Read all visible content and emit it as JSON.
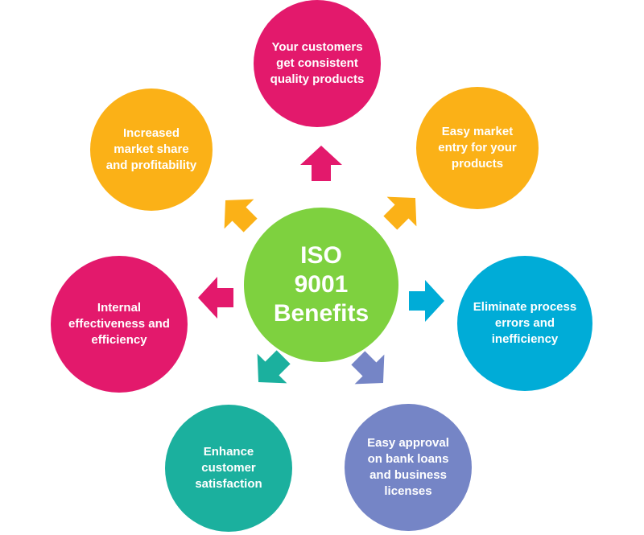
{
  "center": {
    "line1": "ISO",
    "line2": "9001",
    "line3": "Benefits",
    "color": "#7ed13f"
  },
  "benefits": [
    {
      "id": "top",
      "text": "Your customers get consistent quality products",
      "color": "#e3196c"
    },
    {
      "id": "top-left",
      "text": "Increased market share and profitability",
      "color": "#fbb117"
    },
    {
      "id": "top-right",
      "text": "Easy market entry for your products",
      "color": "#fbb117"
    },
    {
      "id": "left",
      "text": "Internal effectiveness and efficiency",
      "color": "#e3196c"
    },
    {
      "id": "right",
      "text": "Eliminate process errors and inefficiency",
      "color": "#00acd7"
    },
    {
      "id": "bottom-left",
      "text": "Enhance customer satisfaction",
      "color": "#1bb09e"
    },
    {
      "id": "bottom-right",
      "text": "Easy approval on bank loans and business licenses",
      "color": "#7585c6"
    }
  ]
}
